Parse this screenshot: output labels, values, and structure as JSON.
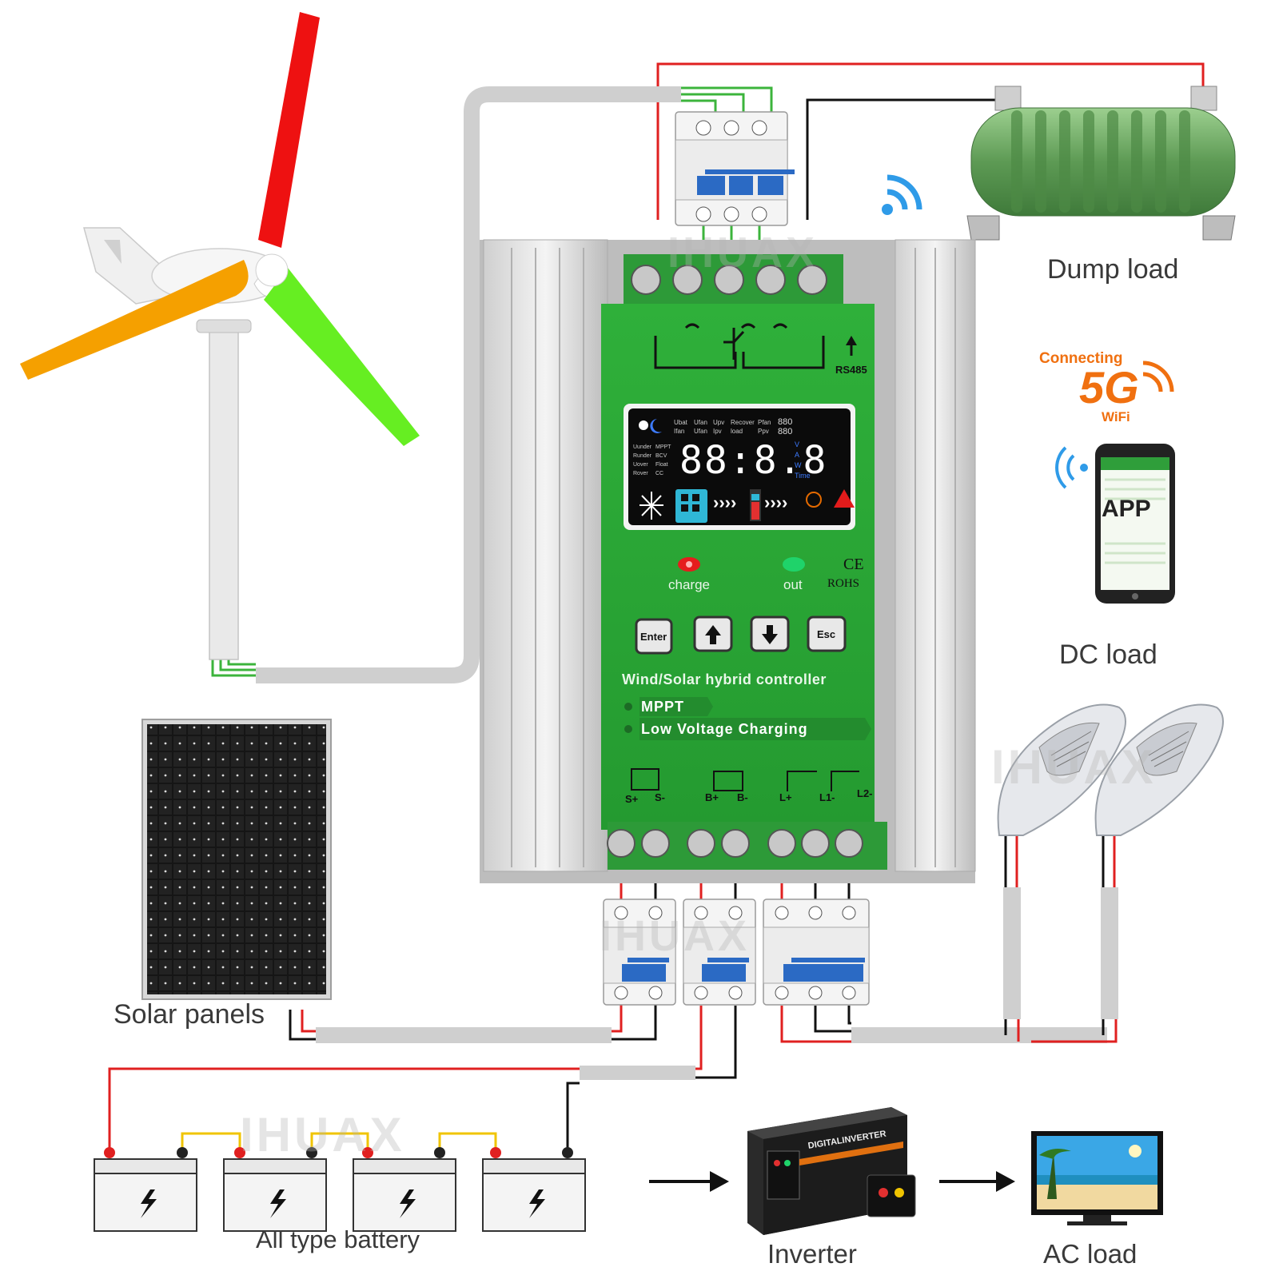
{
  "labels": {
    "dump_load": "Dump load",
    "dc_load": "DC load",
    "solar_panels": "Solar panels",
    "battery": "All type battery",
    "inverter": "Inverter",
    "ac_load": "AC load"
  },
  "wifi_badge": {
    "connecting": "Connecting",
    "five_g": "5G",
    "wifi": "WiFi"
  },
  "phone": {
    "app_label": "APP"
  },
  "controller": {
    "rs485": "RS485",
    "lcd_digits": "88:8.8",
    "lcd_small": "880",
    "lcd_top_labels": [
      "Ubat",
      "Ufan",
      "Upv",
      "Recover",
      "Pfan",
      "Ifan",
      "Ufan",
      "Ipv",
      "load",
      "Ppv"
    ],
    "lcd_units": [
      "V",
      "A",
      "W",
      "Time"
    ],
    "lcd_left_labels": [
      "Uunder",
      "MPPT",
      "Runder",
      "BCV",
      "Uover",
      "Float",
      "Rover",
      "CC"
    ],
    "led_charge": "charge",
    "led_out": "out",
    "cert_ce": "CE",
    "cert_rohs": "ROHS",
    "btn_enter": "Enter",
    "btn_esc": "Esc",
    "title": "Wind/Solar hybrid controller",
    "feature_1": "MPPT",
    "feature_2": "Low Voltage Charging",
    "terminals": [
      "S+",
      "S-",
      "B+",
      "B-",
      "L+",
      "L1-",
      "L2-"
    ]
  },
  "inverter_brand": "DIGITALINVERTER",
  "watermark": "IHUAX",
  "colors": {
    "wire_red": "#e02020",
    "wire_black": "#111111",
    "wire_green": "#3cb43c",
    "wire_yellow": "#f0c400",
    "controller_green": "#2faa3a",
    "accent_orange": "#f07010",
    "blade_red": "#ee1111",
    "blade_orange": "#f5a000",
    "blade_green": "#66ee22"
  }
}
